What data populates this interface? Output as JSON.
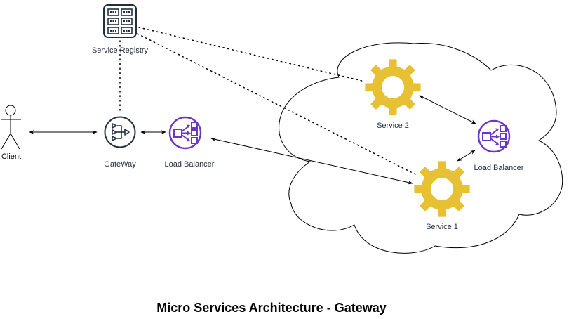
{
  "diagram": {
    "title": "Micro Services Architecture - Gateway",
    "nodes": {
      "service_registry": {
        "label": "Service Registry",
        "icon": "server-rack-icon"
      },
      "client": {
        "label": "Client",
        "icon": "actor-icon"
      },
      "gateway": {
        "label": "GateWay",
        "icon": "api-gateway-icon"
      },
      "load_balancer_outer": {
        "label": "Load Balancer",
        "icon": "load-balancer-icon"
      },
      "service_2": {
        "label": "Service 2",
        "icon": "gear-icon"
      },
      "service_1": {
        "label": "Service 1",
        "icon": "gear-icon"
      },
      "load_balancer_inner": {
        "label": "Load Balancer",
        "icon": "load-balancer-icon"
      }
    },
    "edges": [
      {
        "from": "client",
        "to": "gateway",
        "style": "solid",
        "arrows": "both"
      },
      {
        "from": "gateway",
        "to": "load_balancer_outer",
        "style": "solid",
        "arrows": "both"
      },
      {
        "from": "load_balancer_outer",
        "to": "service_1",
        "style": "solid",
        "arrows": "both"
      },
      {
        "from": "service_2",
        "to": "load_balancer_inner",
        "style": "solid",
        "arrows": "both"
      },
      {
        "from": "load_balancer_inner",
        "to": "service_1",
        "style": "solid",
        "arrows": "both"
      },
      {
        "from": "service_registry",
        "to": "gateway",
        "style": "dotted",
        "arrows": "none"
      },
      {
        "from": "service_registry",
        "to": "service_2",
        "style": "dotted",
        "arrows": "none"
      },
      {
        "from": "service_registry",
        "to": "service_1",
        "style": "dotted",
        "arrows": "none"
      }
    ],
    "group": {
      "shape": "cloud",
      "contains": [
        "service_2",
        "service_1",
        "load_balancer_inner"
      ]
    },
    "colors": {
      "gear": "#e8c034",
      "load_balancer": "#6e36c4",
      "gateway": "#232f3e",
      "registry": "#232f3e",
      "line": "#000000"
    }
  }
}
